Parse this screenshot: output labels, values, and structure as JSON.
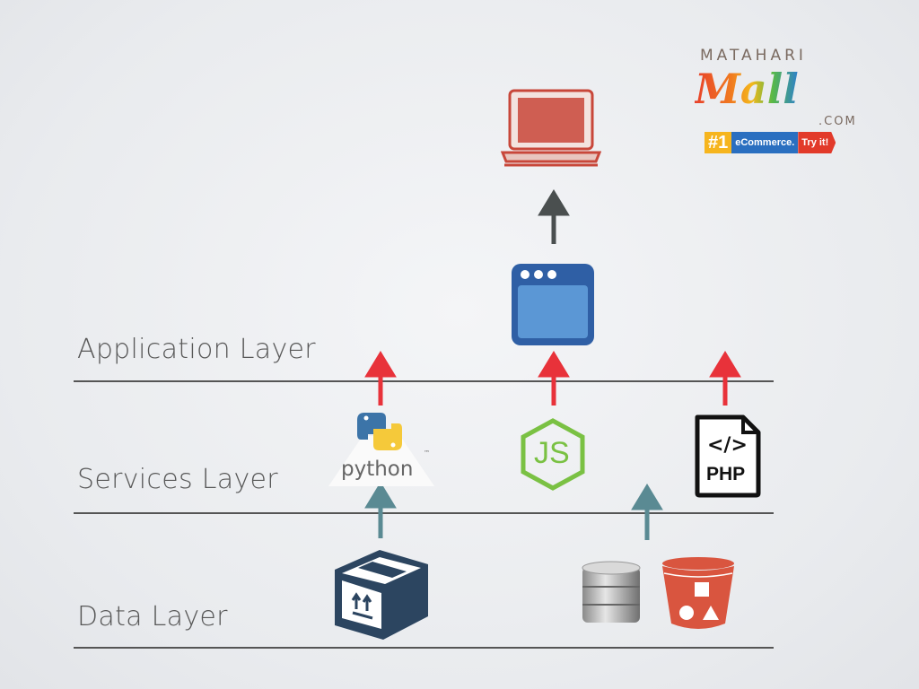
{
  "layers": [
    {
      "label": "Application Layer"
    },
    {
      "label": "Services Layer"
    },
    {
      "label": "Data Layer"
    }
  ],
  "logo": {
    "top": "MATAHARI",
    "main": "Mall",
    "suffix": ".COM",
    "badge_rank": "#1",
    "badge_text": "eCommerce.",
    "badge_cta": "Try it!"
  },
  "icons": {
    "python": {
      "label": "python",
      "tm": "™"
    },
    "node": {
      "label": "JS"
    },
    "php": {
      "code": "</>",
      "label": "PHP"
    }
  },
  "colors": {
    "red_arrow": "#e8323a",
    "gray_arrow": "#4a4f4f",
    "teal_arrow": "#5a8a93",
    "line": "#555555",
    "laptop": "#c8473a",
    "browser": "#2f5fa5",
    "node": "#7ac143",
    "box": "#2c4560",
    "bucket": "#d9553f"
  }
}
